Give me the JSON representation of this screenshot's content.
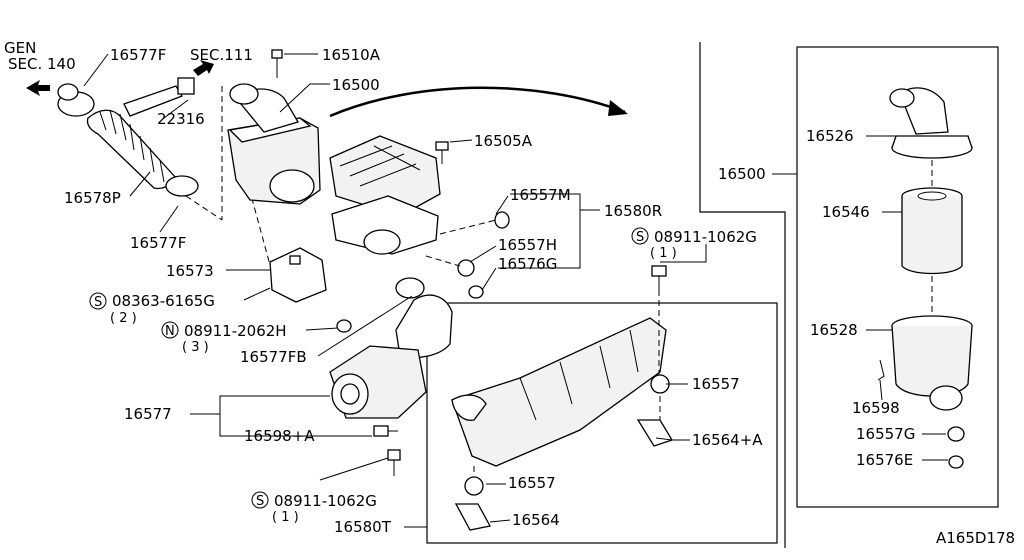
{
  "labels": {
    "gen": "GEN",
    "sec140": "SEC. 140",
    "sec111": "SEC.111",
    "p16577F_top": "16577F",
    "p16510A": "16510A",
    "p16500_top": "16500",
    "p22316": "22316",
    "p16505A": "16505A",
    "p16578P": "16578P",
    "p16557M": "16557M",
    "p16580R": "16580R",
    "p16577F_mid": "16577F",
    "p16557H": "16557H",
    "p16576G": "16576G",
    "p16573": "16573",
    "s08911_1062G_top": "08911-1062G",
    "s08911_1062G_top_qty": "( 1 )",
    "s08363_6165G": "08363-6165G",
    "s08363_6165G_qty": "( 2 )",
    "n08911_2062H": "08911-2062H",
    "n08911_2062H_qty": "( 3 )",
    "p16577FB": "16577FB",
    "p16557_right": "16557",
    "p16577": "16577",
    "p16598A": "16598+A",
    "p16564A": "16564+A",
    "s08911_1062G_bot": "08911-1062G",
    "s08911_1062G_bot_qty": "( 1 )",
    "p16557_bot": "16557",
    "p16564": "16564",
    "p16580T": "16580T",
    "p16500_side": "16500",
    "p16526": "16526",
    "p16546": "16546",
    "p16528": "16528",
    "p16598": "16598",
    "p16557G": "16557G",
    "p16576E": "16576E",
    "diagram_id": "A165D178",
    "mark_s": "S",
    "mark_n": "N"
  }
}
